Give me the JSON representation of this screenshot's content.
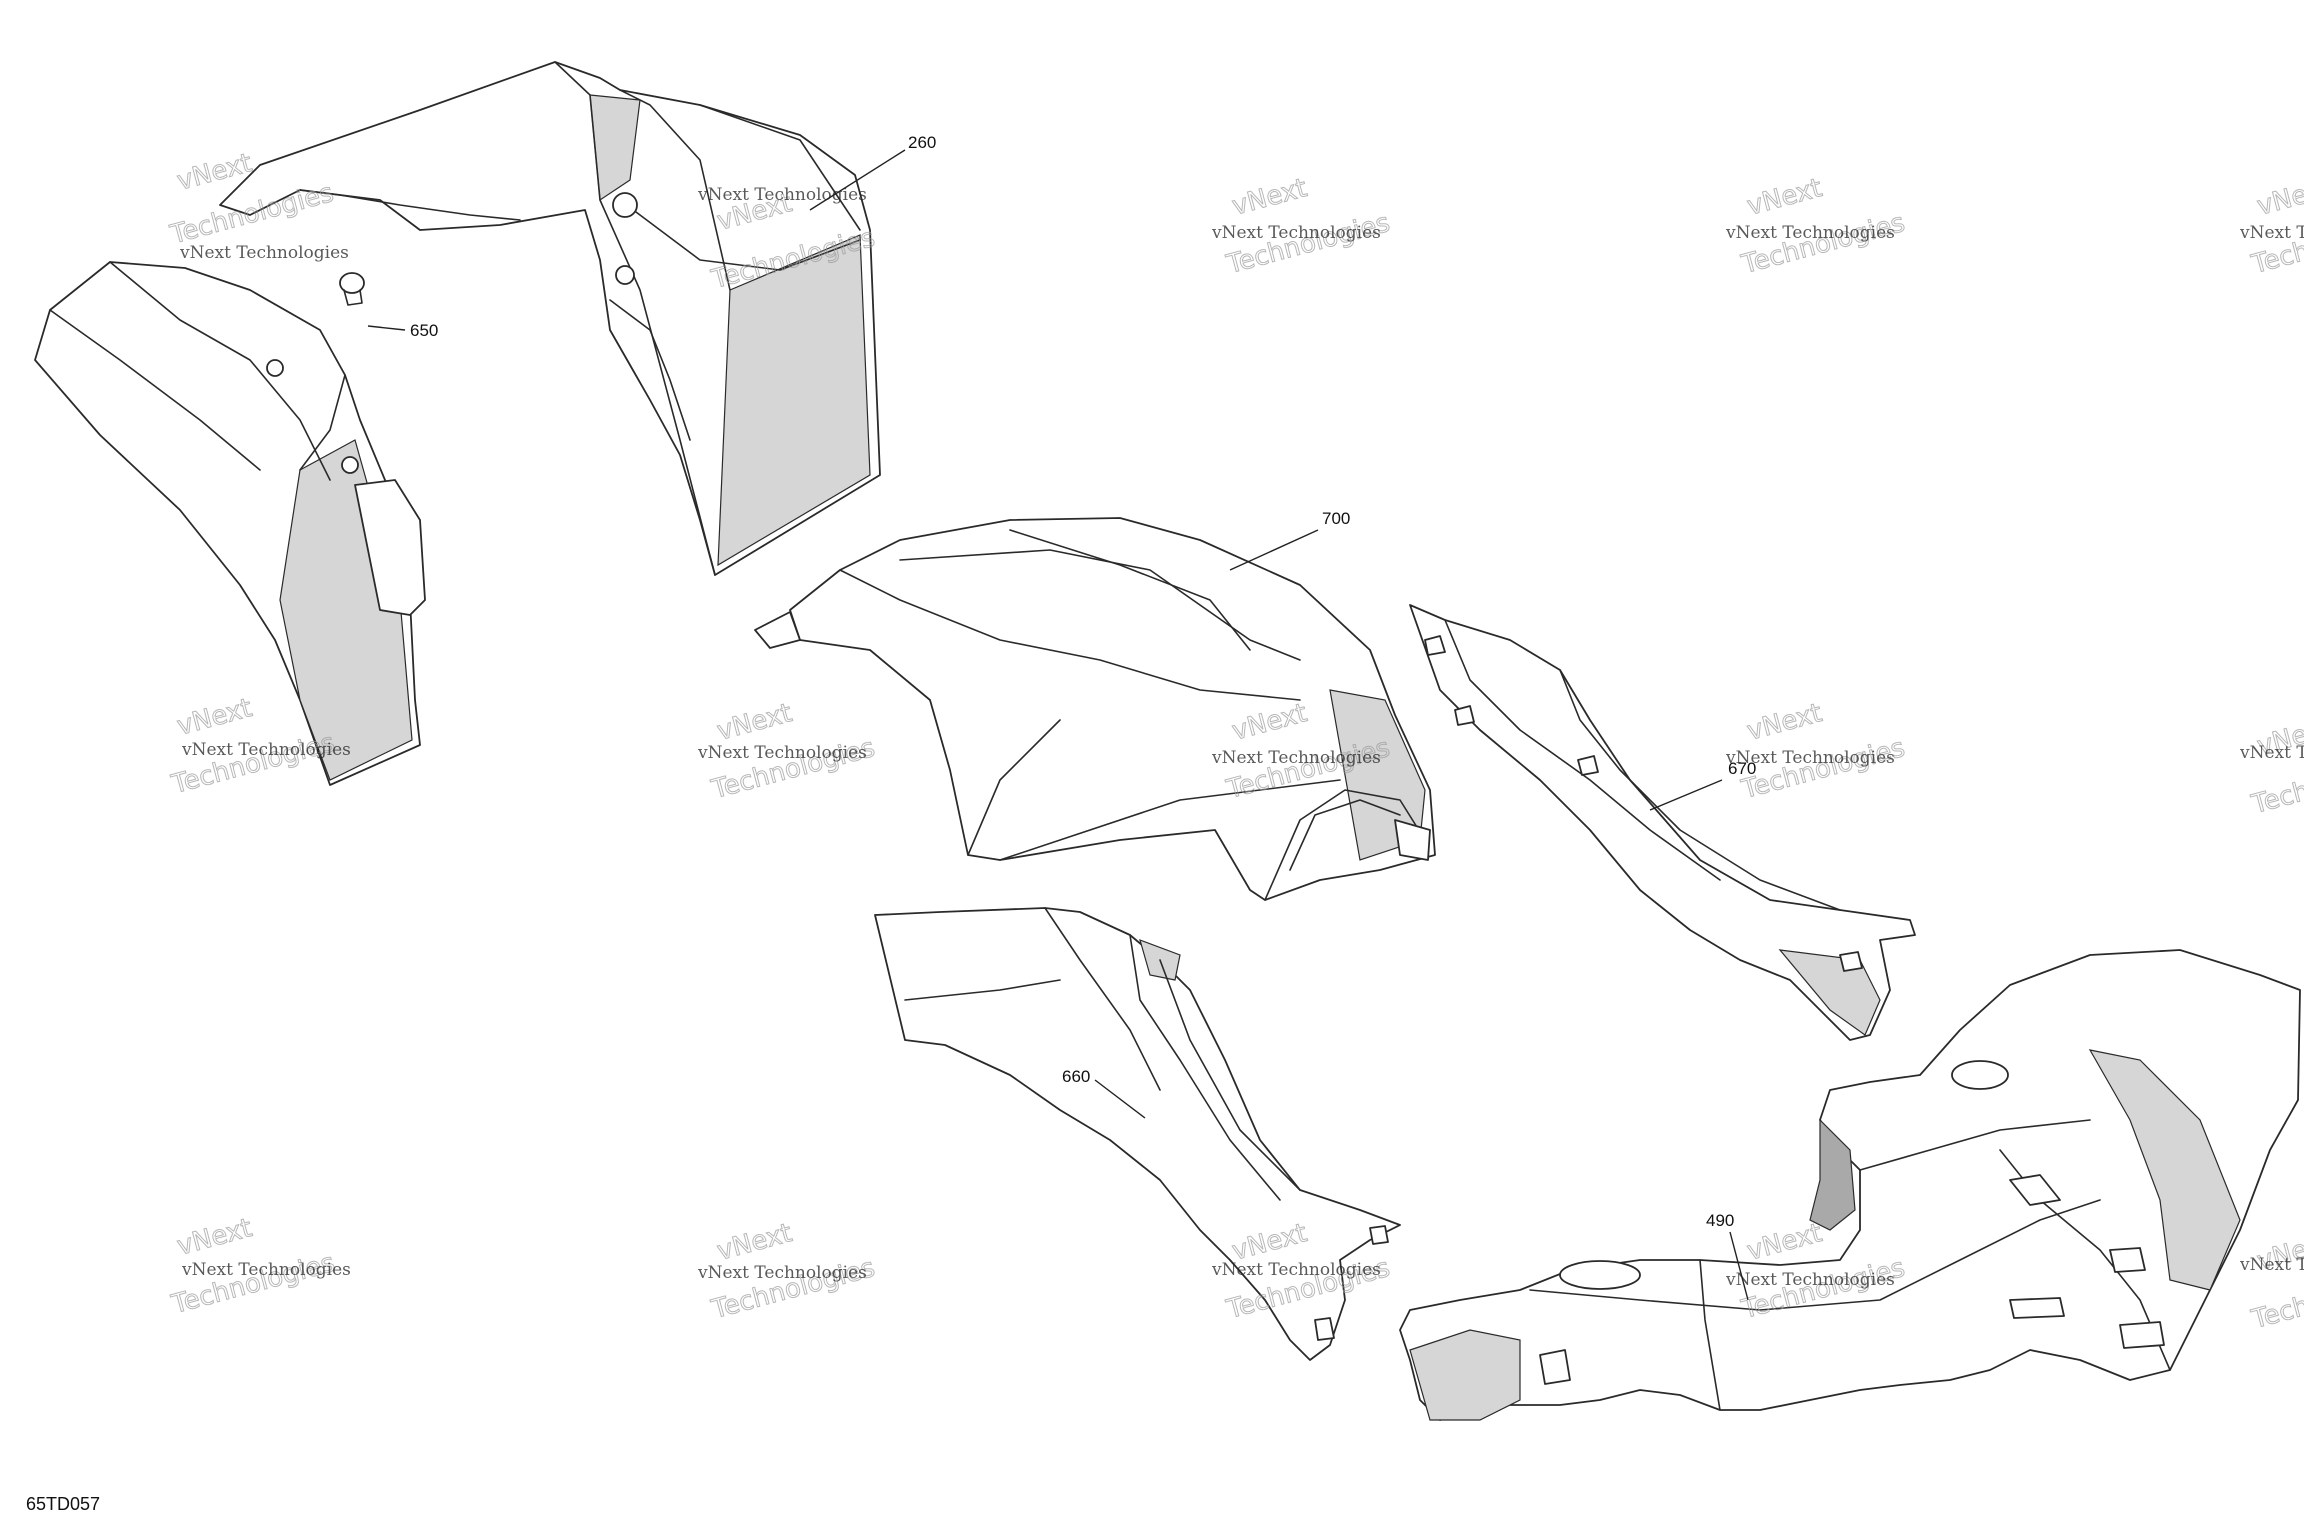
{
  "figure_id": "65TD057",
  "watermark": {
    "line1": "vNext Technologies",
    "line2": "Technologies",
    "tag": "vNext"
  },
  "callouts": {
    "c260": "260",
    "c650": "650",
    "c700": "700",
    "c670": "670",
    "c660": "660",
    "c490": "490"
  }
}
